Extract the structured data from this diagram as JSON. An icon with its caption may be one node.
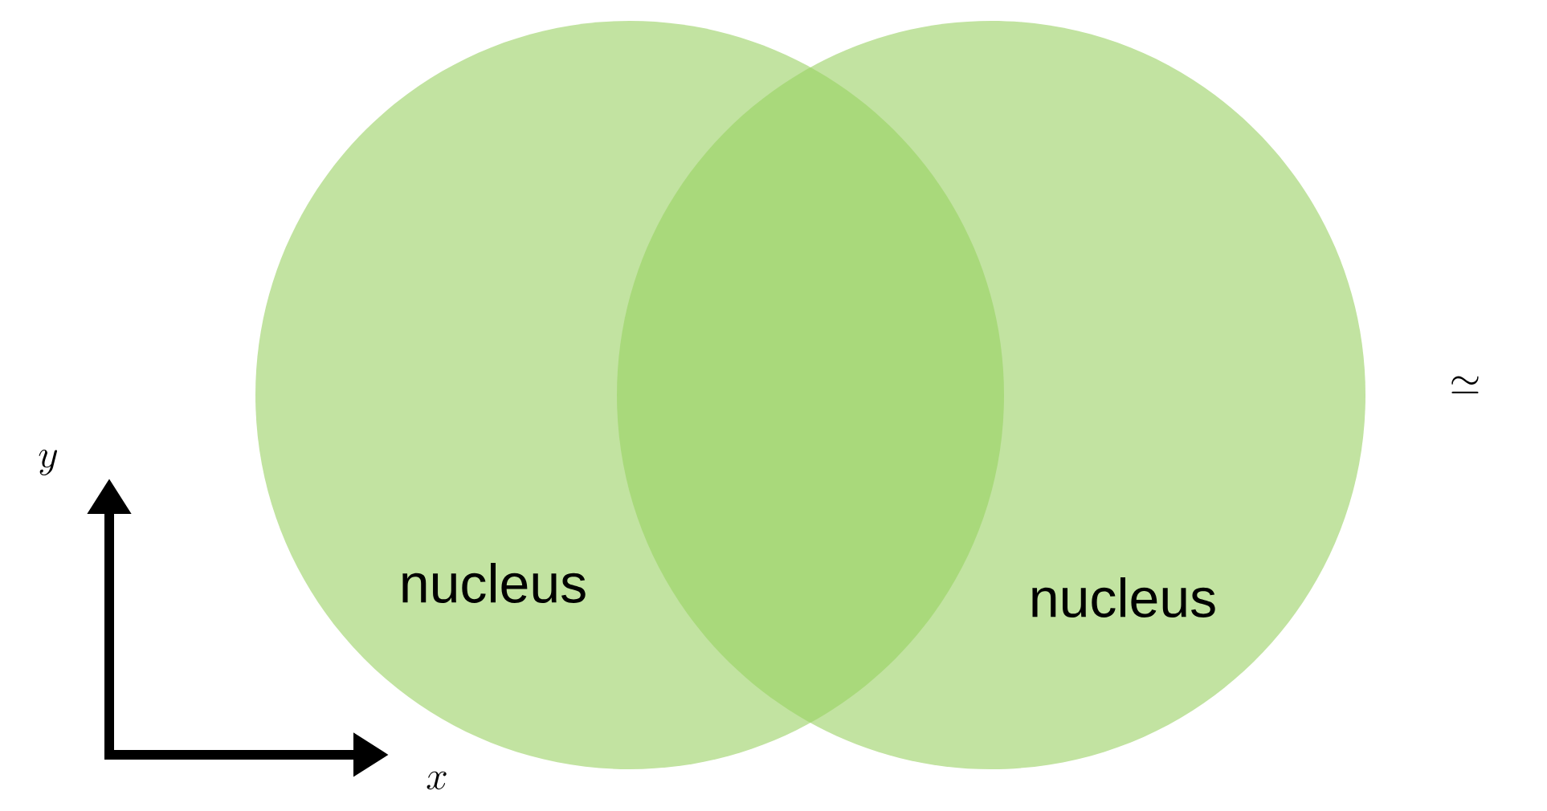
{
  "diagram": {
    "nodes": [
      {
        "text": [
          "nucleus"
        ]
      },
      {
        "text": [
          "nucleus"
        ]
      }
    ],
    "edges": [],
    "labels": [
      "y",
      "x",
      "\\simeq"
    ]
  }
}
